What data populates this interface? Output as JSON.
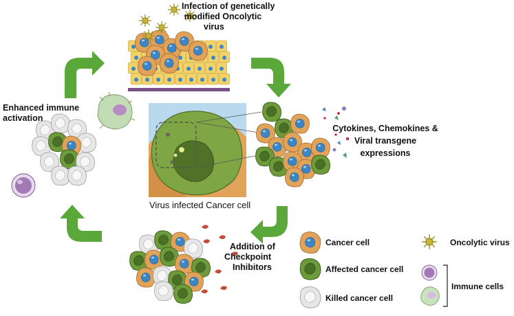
{
  "labels": {
    "infection_line1": "Infection of genetically",
    "infection_line2": "modified Oncolytic",
    "infection_line3": "virus",
    "immune_line1": "Enhanced immune",
    "immune_line2": "activation",
    "cytokines_line1": "Cytokines, Chemokines &",
    "cytokines_line2": "Viral transgene",
    "cytokines_line3": "expressions",
    "virus_infected": "Virus infected Cancer cell",
    "checkpoint_line1": "Addition of",
    "checkpoint_line2": "Checkpoint",
    "checkpoint_line3": "Inhibitors"
  },
  "legend": {
    "cancer_cell": "Cancer cell",
    "affected_cancer_cell": "Affected cancer cell",
    "killed_cancer_cell": "Killed cancer cell",
    "oncolytic_virus": "Oncolytic virus",
    "immune_cells": "Immune cells"
  },
  "colors": {
    "arrow_green": "#5aa83a",
    "cancer_orange": "#e1a35a",
    "cancer_nucleus_blue": "#3d86c6",
    "affected_green": "#6e9b3a",
    "killed_gray": "#dcdcdc",
    "virus_yellow": "#c8b23a",
    "tissue_yellow": "#f2d36a",
    "tissue_purple": "#7a4f8a",
    "immune_purple": "#9b6fb0"
  }
}
